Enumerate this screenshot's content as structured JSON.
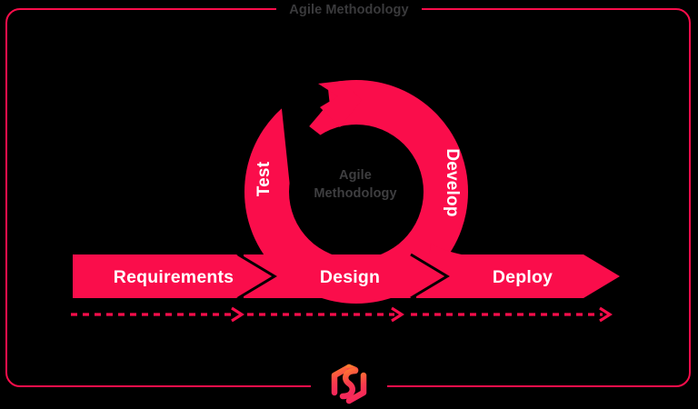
{
  "diagram": {
    "title": "Agile Methodology",
    "center_caption_line1": "Agile",
    "center_caption_line2": "Methodology",
    "colors": {
      "accent_red": "#FA0D4B",
      "background": "#000000",
      "title_text": "#3A3A3C",
      "center_text": "#3E3E40",
      "label_text": "#FFFFFF",
      "logo_gradient_start": "#FF7A2F",
      "logo_gradient_end": "#F5275B"
    },
    "cycle_labels": [
      {
        "id": "test",
        "label": "Test",
        "rotation": -90,
        "side": "left"
      },
      {
        "id": "develop",
        "label": "Develop",
        "rotation": 90,
        "side": "right"
      }
    ],
    "phases": [
      {
        "id": "requirements",
        "label": "Requirements"
      },
      {
        "id": "design",
        "label": "Design"
      },
      {
        "id": "deploy",
        "label": "Deploy"
      }
    ],
    "progress_arrows": [
      {
        "id": "arrow-requirements",
        "style": "dashed",
        "direction": "right"
      },
      {
        "id": "arrow-design",
        "style": "dashed",
        "direction": "right"
      },
      {
        "id": "arrow-deploy",
        "style": "dashed",
        "direction": "right"
      }
    ],
    "logo": {
      "name": "cube-logo",
      "shape": "isometric-cube-outline"
    }
  }
}
